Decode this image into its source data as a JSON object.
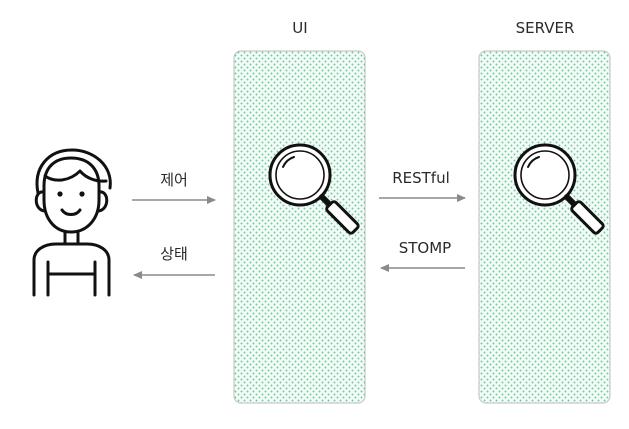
{
  "title": "",
  "columns": {
    "ui": {
      "label": "UI"
    },
    "server": {
      "label": "SERVER"
    }
  },
  "edges": [
    {
      "id": "user-to-ui",
      "label": "제어",
      "direction": "right"
    },
    {
      "id": "ui-to-user",
      "label": "상태",
      "direction": "left"
    },
    {
      "id": "ui-to-server",
      "label": "RESTful",
      "direction": "right"
    },
    {
      "id": "server-to-ui",
      "label": "STOMP",
      "direction": "left"
    }
  ],
  "icons": {
    "user": "user-icon",
    "inspect": "magnifier-icon"
  },
  "colors": {
    "panel_fill": "#f4fbf7",
    "panel_dots": "#53c18d",
    "panel_border": "#c9c9c9",
    "arrow": "#8a8a8a",
    "icon_stroke": "#111111"
  }
}
